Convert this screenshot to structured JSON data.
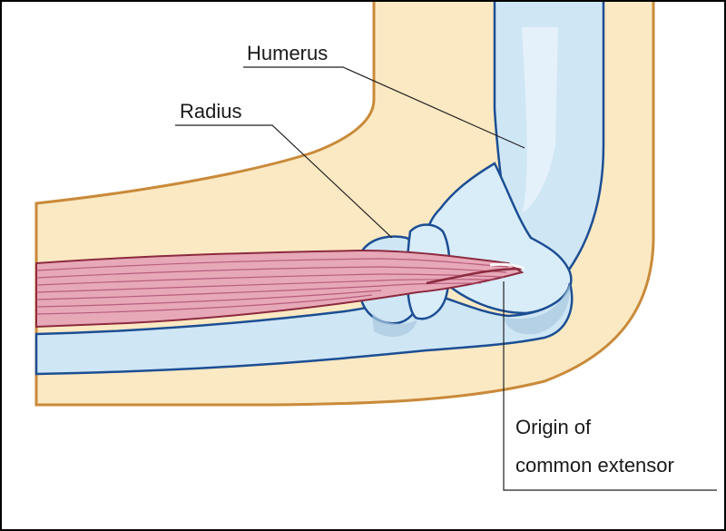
{
  "diagram": {
    "labels": {
      "humerus": "Humerus",
      "radius": "Radius",
      "origin_line1": "Origin of",
      "origin_line2": "common extensor"
    },
    "colors": {
      "skin": "#fbe9c3",
      "skin_outline": "#c98a3a",
      "bone": "#cfe6f5",
      "bone_highlight": "#e8f4fb",
      "bone_outline": "#1c4e93",
      "muscle": "#e7a8b8",
      "muscle_lines": "#b05072",
      "muscle_outline": "#8c2a3f",
      "leader_line": "#222222",
      "frame": "#000000"
    }
  }
}
